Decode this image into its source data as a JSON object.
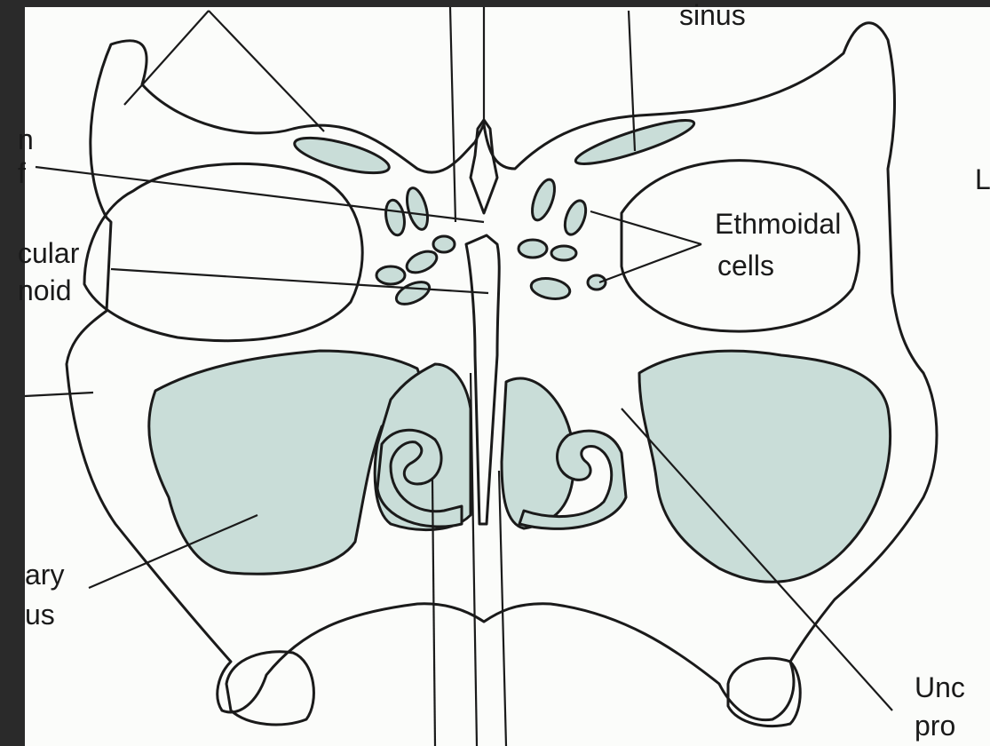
{
  "labels": {
    "frontal_sinus_top": "sinus",
    "ethmoidal_line1": "Ethmoidal",
    "ethmoidal_line2": "cells",
    "perpendicular_plate_line1": "cular",
    "perpendicular_plate_line2": "noid",
    "maxillary_line1": "ary",
    "maxillary_line2": "us",
    "uncinate_line1": "Unc",
    "uncinate_line2": "pro",
    "edge_fragment_right": "L",
    "edge_fragment_left_top": "n",
    "edge_fragment_left_mid": "f"
  },
  "colors": {
    "background_frame": "#2a2a2a",
    "paper": "#fbfcfa",
    "ink": "#1a1a1a",
    "sinus_fill": "#c9ddd8"
  }
}
